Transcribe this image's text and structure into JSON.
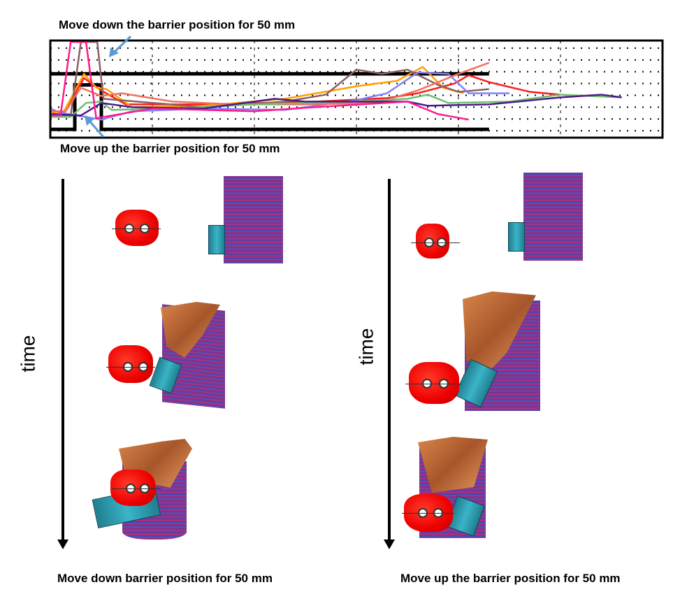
{
  "top_annotation": "Move down the barrier position for 50 mm",
  "bottom_annotation": "Move up the barrier position for 50 mm",
  "left_axis_label": "time",
  "right_axis_label": "time",
  "left_caption": "Move down barrier position for 50 mm",
  "right_caption": "Move up the barrier position for 50 mm",
  "colors": {
    "arrow": "#5b9bd5",
    "barrier": "#8a2f8a",
    "head": "#ee1111",
    "bumper": "#3bb4c8"
  },
  "chart_data": {
    "type": "line",
    "title": "",
    "xlabel": "",
    "ylabel": "",
    "xlim": [
      0,
      6
    ],
    "ylim": [
      0,
      7
    ],
    "grid": true,
    "reference_lines": [
      {
        "name": "upper-limit",
        "color": "#000000",
        "points": [
          [
            0,
            4.6
          ],
          [
            4.3,
            4.6
          ]
        ]
      },
      {
        "name": "lower-limit",
        "color": "#000000",
        "points": [
          [
            0,
            0.6
          ],
          [
            0.24,
            0.6
          ],
          [
            0.24,
            3.8
          ],
          [
            0.5,
            3.8
          ],
          [
            0.5,
            0.6
          ],
          [
            4.3,
            0.6
          ]
        ]
      }
    ],
    "series": [
      {
        "name": "red",
        "color": "#ff1a1a",
        "points": [
          [
            0,
            1.9
          ],
          [
            0.12,
            1.6
          ],
          [
            0.33,
            4.3
          ],
          [
            0.5,
            3.4
          ],
          [
            0.74,
            2.4
          ],
          [
            1.5,
            2.4
          ],
          [
            2.6,
            2.6
          ],
          [
            3.3,
            2.85
          ],
          [
            3.6,
            3.2
          ],
          [
            3.96,
            3.9
          ],
          [
            4.1,
            4.5
          ],
          [
            4.3,
            4.0
          ],
          [
            4.7,
            3.3
          ],
          [
            5.0,
            3.1
          ]
        ]
      },
      {
        "name": "orange",
        "color": "#ffa000",
        "points": [
          [
            0,
            1.9
          ],
          [
            0.12,
            1.7
          ],
          [
            0.33,
            4.6
          ],
          [
            0.45,
            3.6
          ],
          [
            0.55,
            3.5
          ],
          [
            0.8,
            2.2
          ],
          [
            1.5,
            2.3
          ],
          [
            2.3,
            2.8
          ],
          [
            3.0,
            3.7
          ],
          [
            3.4,
            4.1
          ],
          [
            3.65,
            5.1
          ],
          [
            3.85,
            3.6
          ],
          [
            4.05,
            3.2
          ]
        ]
      },
      {
        "name": "brown",
        "color": "#8b6060",
        "points": [
          [
            0,
            1.6
          ],
          [
            0.2,
            1.6
          ],
          [
            0.3,
            6.9
          ],
          [
            0.46,
            6.9
          ],
          [
            0.52,
            2.8
          ],
          [
            1.5,
            2.2
          ],
          [
            2.3,
            2.6
          ],
          [
            2.7,
            3.1
          ],
          [
            3.0,
            4.9
          ],
          [
            3.25,
            4.6
          ],
          [
            3.5,
            4.9
          ],
          [
            3.8,
            3.8
          ],
          [
            4.0,
            3.3
          ],
          [
            4.3,
            3.5
          ]
        ]
      },
      {
        "name": "blue-violet",
        "color": "#8080ff",
        "points": [
          [
            0,
            2.1
          ],
          [
            0.1,
            1.8
          ],
          [
            0.5,
            1.3
          ],
          [
            0.8,
            1.9
          ],
          [
            1.5,
            2.1
          ],
          [
            2.3,
            2.0
          ],
          [
            3.0,
            2.7
          ],
          [
            3.3,
            3.2
          ],
          [
            3.6,
            4.7
          ],
          [
            3.9,
            4.6
          ],
          [
            4.1,
            3.2
          ],
          [
            4.5,
            3.2
          ]
        ]
      },
      {
        "name": "salmon",
        "color": "#f07060",
        "points": [
          [
            0,
            1.9
          ],
          [
            0.15,
            1.9
          ],
          [
            0.3,
            3.6
          ],
          [
            0.5,
            3.0
          ],
          [
            0.7,
            3.2
          ],
          [
            1.2,
            2.6
          ],
          [
            1.8,
            2.4
          ],
          [
            2.5,
            2.4
          ],
          [
            3.2,
            2.5
          ],
          [
            3.6,
            3.4
          ],
          [
            4.0,
            4.6
          ],
          [
            4.3,
            5.4
          ]
        ]
      },
      {
        "name": "green",
        "color": "#70c070",
        "points": [
          [
            0,
            1.5
          ],
          [
            0.2,
            1.5
          ],
          [
            0.35,
            2.5
          ],
          [
            0.5,
            2.6
          ],
          [
            0.6,
            2.0
          ],
          [
            1.2,
            2.1
          ],
          [
            2.0,
            2.4
          ],
          [
            3.0,
            2.6
          ],
          [
            3.5,
            2.8
          ],
          [
            3.7,
            3.1
          ],
          [
            3.9,
            2.5
          ],
          [
            4.5,
            2.6
          ],
          [
            5.0,
            3.1
          ],
          [
            5.6,
            2.9
          ]
        ]
      },
      {
        "name": "purple",
        "color": "#4b1a8a",
        "points": [
          [
            0,
            1.7
          ],
          [
            0.3,
            1.6
          ],
          [
            0.5,
            2.5
          ],
          [
            0.8,
            2.2
          ],
          [
            1.5,
            2.1
          ],
          [
            2.0,
            2.6
          ],
          [
            2.2,
            2.8
          ],
          [
            2.5,
            2.6
          ],
          [
            3.0,
            2.6
          ],
          [
            3.5,
            2.6
          ],
          [
            3.7,
            2.3
          ],
          [
            4.3,
            2.4
          ],
          [
            5.0,
            2.9
          ],
          [
            5.4,
            3.1
          ],
          [
            5.6,
            2.9
          ]
        ]
      },
      {
        "name": "pink",
        "color": "#ff1a8a",
        "points": [
          [
            0,
            1.6
          ],
          [
            0.1,
            1.6
          ],
          [
            0.2,
            6.9
          ],
          [
            0.35,
            6.9
          ],
          [
            0.45,
            1.4
          ],
          [
            1.0,
            2.1
          ],
          [
            2.0,
            1.9
          ],
          [
            2.6,
            2.2
          ],
          [
            3.5,
            2.6
          ],
          [
            3.8,
            1.7
          ],
          [
            4.1,
            1.3
          ]
        ]
      }
    ]
  }
}
